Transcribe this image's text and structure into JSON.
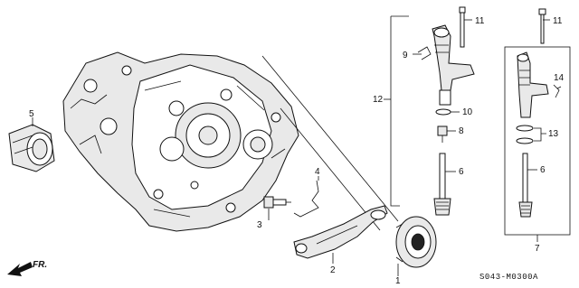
{
  "diagram": {
    "callouts": [
      {
        "id": "1",
        "text": "1"
      },
      {
        "id": "2",
        "text": "2"
      },
      {
        "id": "3",
        "text": "3"
      },
      {
        "id": "4",
        "text": "4"
      },
      {
        "id": "5",
        "text": "5"
      },
      {
        "id": "6a",
        "text": "6"
      },
      {
        "id": "6b",
        "text": "6"
      },
      {
        "id": "7",
        "text": "7"
      },
      {
        "id": "8",
        "text": "8"
      },
      {
        "id": "9",
        "text": "9"
      },
      {
        "id": "10",
        "text": "10"
      },
      {
        "id": "11a",
        "text": "11"
      },
      {
        "id": "11b",
        "text": "11"
      },
      {
        "id": "12",
        "text": "12"
      },
      {
        "id": "13",
        "text": "13"
      },
      {
        "id": "14",
        "text": "14"
      }
    ],
    "direction_label": "FR.",
    "drawing_code": "S043-M0300A"
  }
}
